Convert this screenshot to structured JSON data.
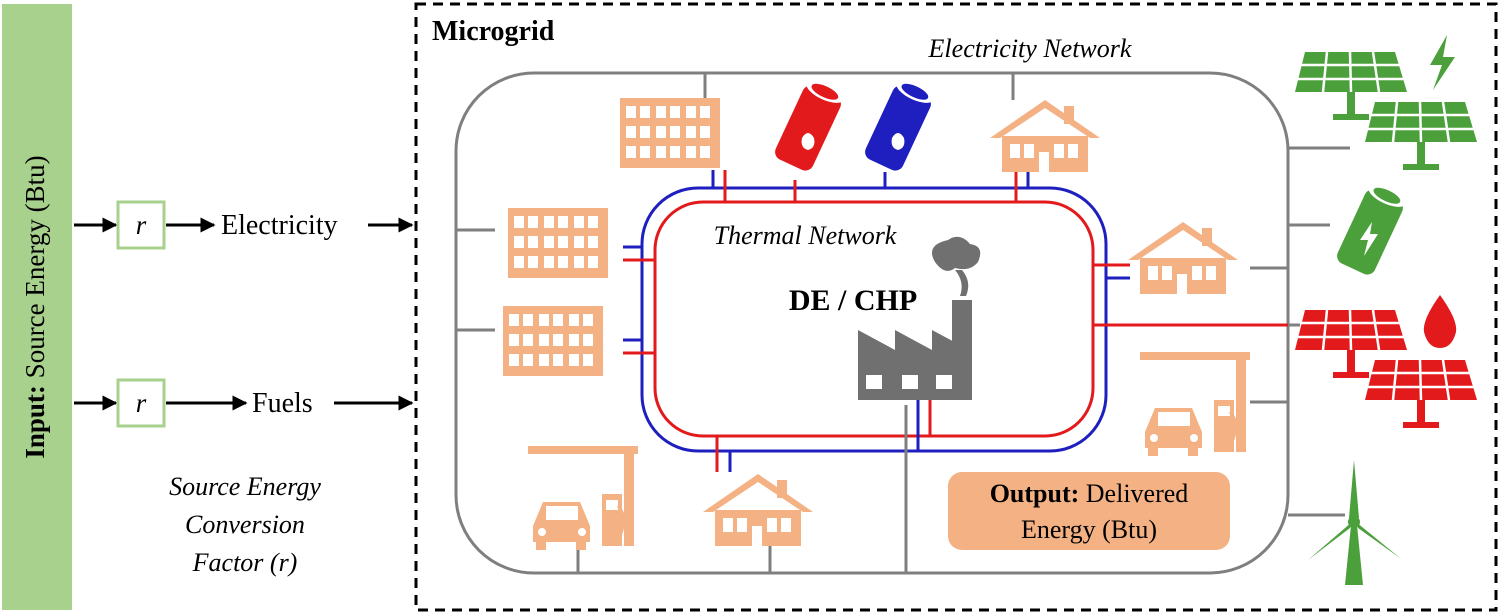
{
  "input_bar": {
    "bold": "Input:",
    "text": " Source Energy (Btu)"
  },
  "conversion": {
    "factor_symbol": "r",
    "electricity_label": "Electricity",
    "fuels_label": "Fuels",
    "caption_lines": [
      "Source Energy",
      "Conversion",
      "Factor (r)"
    ]
  },
  "microgrid": {
    "title": "Microgrid",
    "electricity_network_label": "Electricity Network",
    "thermal_network_label": "Thermal Network",
    "plant_label": "DE / CHP"
  },
  "output": {
    "bold": "Output:",
    "line1": " Delivered",
    "line2": "Energy (Btu)"
  },
  "colors": {
    "input_bar": "#a9d18e",
    "building": "#f4b183",
    "electric_wire": "#7f7f7f",
    "thermal_hot": "#e31a1c",
    "thermal_cold": "#1f1fbf",
    "renewable_green": "#4ca03c",
    "red_source": "#e31a1c",
    "plant_gray": "#707070",
    "output_box": "#f4b183"
  }
}
